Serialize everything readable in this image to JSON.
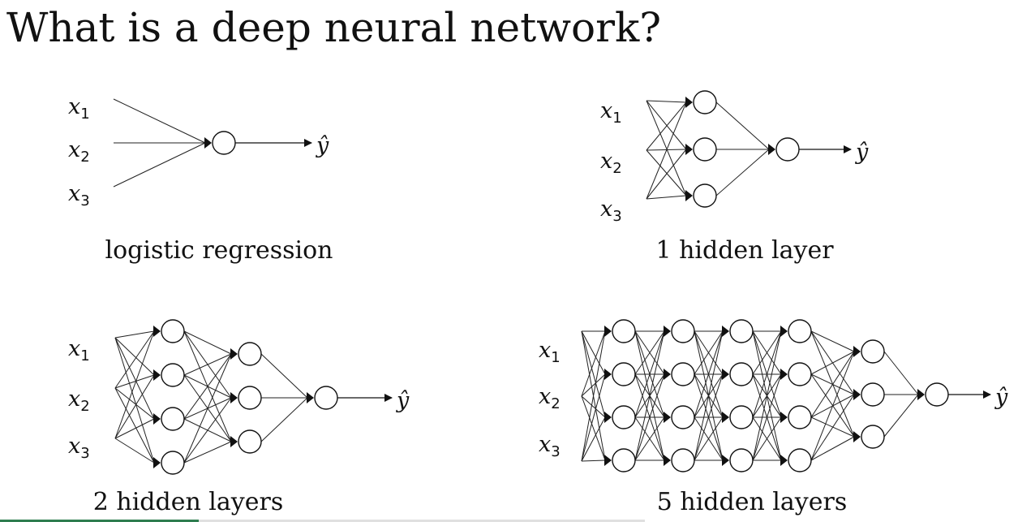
{
  "title": "What is a deep neural network?",
  "colors": {
    "ink": "#111111",
    "edge": "#222222",
    "accent_bar": "#2e7d4f"
  },
  "input_labels": [
    {
      "base": "x",
      "sub": "1"
    },
    {
      "base": "x",
      "sub": "2"
    },
    {
      "base": "x",
      "sub": "3"
    }
  ],
  "output_label": "ŷ",
  "networks": [
    {
      "caption": "logistic regression",
      "hidden_layers": []
    },
    {
      "caption": "1 hidden layer",
      "hidden_layers": [
        3
      ]
    },
    {
      "caption": "2 hidden layers",
      "hidden_layers": [
        4,
        3
      ]
    },
    {
      "caption": "5 hidden layers",
      "hidden_layers": [
        4,
        4,
        4,
        4,
        3
      ]
    }
  ]
}
